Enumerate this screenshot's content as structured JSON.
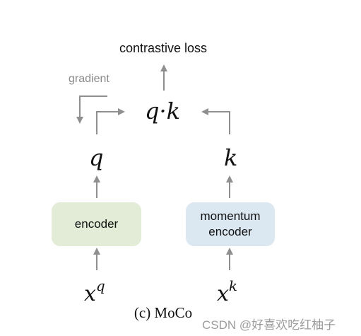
{
  "title": "contrastive loss",
  "gradient_label": "gradient",
  "similarity": "q·k",
  "query": "q",
  "key": "k",
  "query_input": {
    "base": "x",
    "sup": "q"
  },
  "key_input": {
    "base": "x",
    "sup": "k"
  },
  "encoder_label": "encoder",
  "momentum_encoder_label": "momentum encoder",
  "caption": "(c) MoCo",
  "watermark": "CSDN @好喜欢吃红柚子",
  "colors": {
    "encoder_fill": "#e2ecd6",
    "momentum_encoder_fill": "#dbe7f1",
    "arrow": "#8f8f8f",
    "gradient_text": "#8a8a8a"
  }
}
